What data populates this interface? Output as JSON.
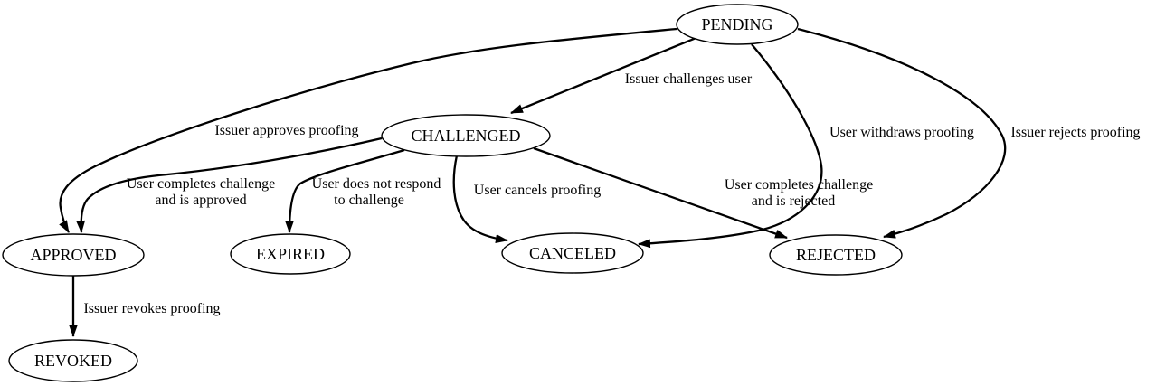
{
  "diagram": {
    "type": "state-transition-diagram",
    "colors": {
      "background": "#ffffff",
      "node_fill": "#ffffff",
      "stroke": "#000000",
      "text": "#000000"
    },
    "nodes": [
      {
        "id": "pending",
        "label": "PENDING"
      },
      {
        "id": "challenged",
        "label": "CHALLENGED"
      },
      {
        "id": "approved",
        "label": "APPROVED"
      },
      {
        "id": "expired",
        "label": "EXPIRED"
      },
      {
        "id": "canceled",
        "label": "CANCELED"
      },
      {
        "id": "rejected",
        "label": "REJECTED"
      },
      {
        "id": "revoked",
        "label": "REVOKED"
      }
    ],
    "edges": [
      {
        "from": "PENDING",
        "to": "CHALLENGED",
        "label_lines": [
          "Issuer challenges user"
        ]
      },
      {
        "from": "PENDING",
        "to": "APPROVED",
        "label_lines": [
          "Issuer approves proofing"
        ]
      },
      {
        "from": "PENDING",
        "to": "CANCELED",
        "label_lines": [
          "User withdraws proofing"
        ]
      },
      {
        "from": "PENDING",
        "to": "REJECTED",
        "label_lines": [
          "Issuer rejects proofing"
        ]
      },
      {
        "from": "CHALLENGED",
        "to": "APPROVED",
        "label_lines": [
          "User completes challenge",
          "and is approved"
        ]
      },
      {
        "from": "CHALLENGED",
        "to": "EXPIRED",
        "label_lines": [
          "User does not respond",
          "to challenge"
        ]
      },
      {
        "from": "CHALLENGED",
        "to": "CANCELED",
        "label_lines": [
          "User cancels proofing"
        ]
      },
      {
        "from": "CHALLENGED",
        "to": "REJECTED",
        "label_lines": [
          "User completes challenge",
          "and is rejected"
        ]
      },
      {
        "from": "APPROVED",
        "to": "REVOKED",
        "label_lines": [
          "Issuer revokes proofing"
        ]
      }
    ]
  }
}
